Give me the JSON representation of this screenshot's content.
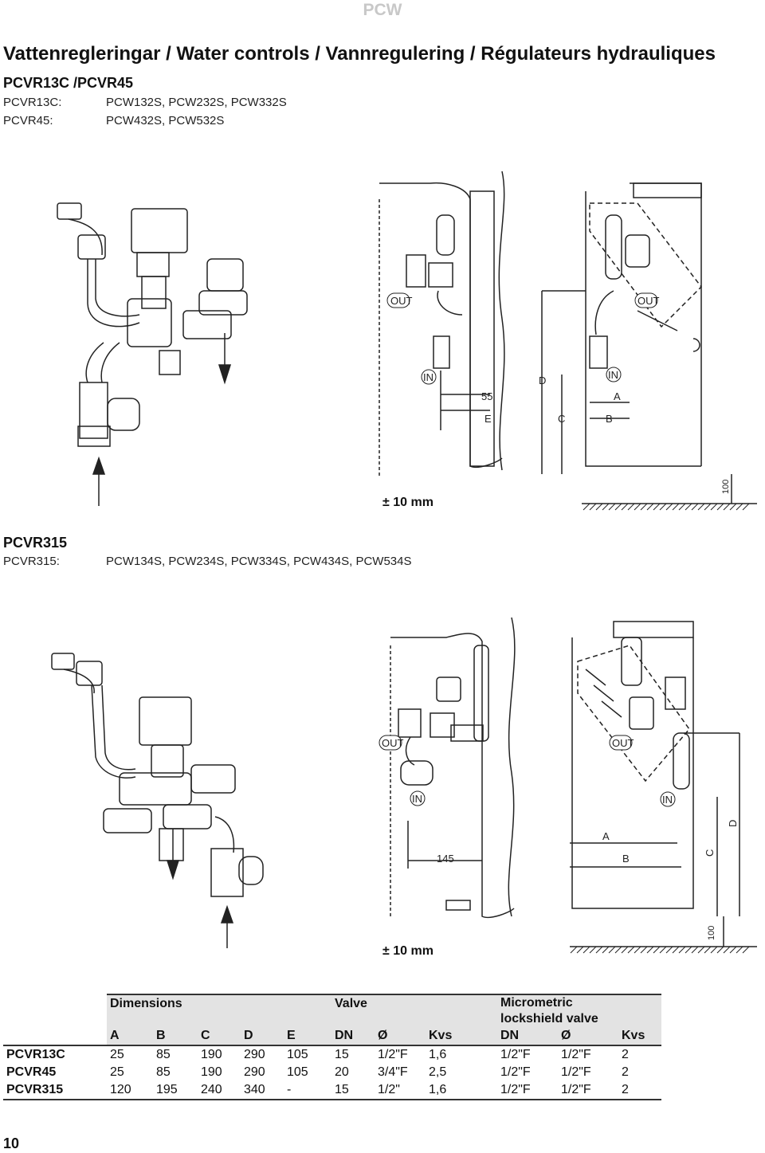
{
  "header": {
    "tag": "PCW"
  },
  "title": "Vattenregleringar / Water controls / Vannregulering / Régulateurs hydrauliques",
  "section1": {
    "heading": "PCVR13C /PCVR45",
    "rows": [
      {
        "label": "PCVR13C:",
        "value": "PCW132S, PCW232S, PCW332S"
      },
      {
        "label": "PCVR45:",
        "value": "PCW432S, PCW532S"
      }
    ],
    "diagram": {
      "out_left": "OUT",
      "out_right": "OUT",
      "in_left": "IN",
      "in_right": "IN",
      "dim_55": "55",
      "dim_E": "E",
      "dim_D": "D",
      "dim_C": "C",
      "dim_A": "A",
      "dim_B": "B",
      "dim_100": "100",
      "tolerance": "± 10 mm"
    }
  },
  "section2": {
    "heading": "PCVR315",
    "rows": [
      {
        "label": "PCVR315:",
        "value": "PCW134S, PCW234S, PCW334S, PCW434S, PCW534S"
      }
    ],
    "diagram": {
      "out_left": "OUT",
      "out_right": "OUT",
      "in_left": "IN",
      "in_right": "IN",
      "dim_145": "145",
      "dim_A": "A",
      "dim_B": "B",
      "dim_C": "C",
      "dim_D": "D",
      "dim_100": "100",
      "tolerance": "± 10 mm"
    }
  },
  "table": {
    "group_headers": {
      "dimensions": "Dimensions",
      "valve": "Valve",
      "micrometric_1": "Micrometric",
      "micrometric_2": "lockshield valve"
    },
    "columns": [
      "A",
      "B",
      "C",
      "D",
      "E",
      "DN",
      "Ø",
      "Kvs",
      "DN",
      "Ø",
      "Kvs"
    ],
    "rows": [
      {
        "name": "PCVR13C",
        "cells": [
          "25",
          "85",
          "190",
          "290",
          "105",
          "15",
          "1/2\"F",
          "1,6",
          "1/2\"F",
          "1/2\"F",
          "2"
        ]
      },
      {
        "name": "PCVR45",
        "cells": [
          "25",
          "85",
          "190",
          "290",
          "105",
          "20",
          "3/4\"F",
          "2,5",
          "1/2\"F",
          "1/2\"F",
          "2"
        ]
      },
      {
        "name": "PCVR315",
        "cells": [
          "120",
          "195",
          "240",
          "340",
          "-",
          "15",
          "1/2\"",
          "1,6",
          "1/2\"F",
          "1/2\"F",
          "2"
        ]
      }
    ]
  },
  "page_number": "10"
}
